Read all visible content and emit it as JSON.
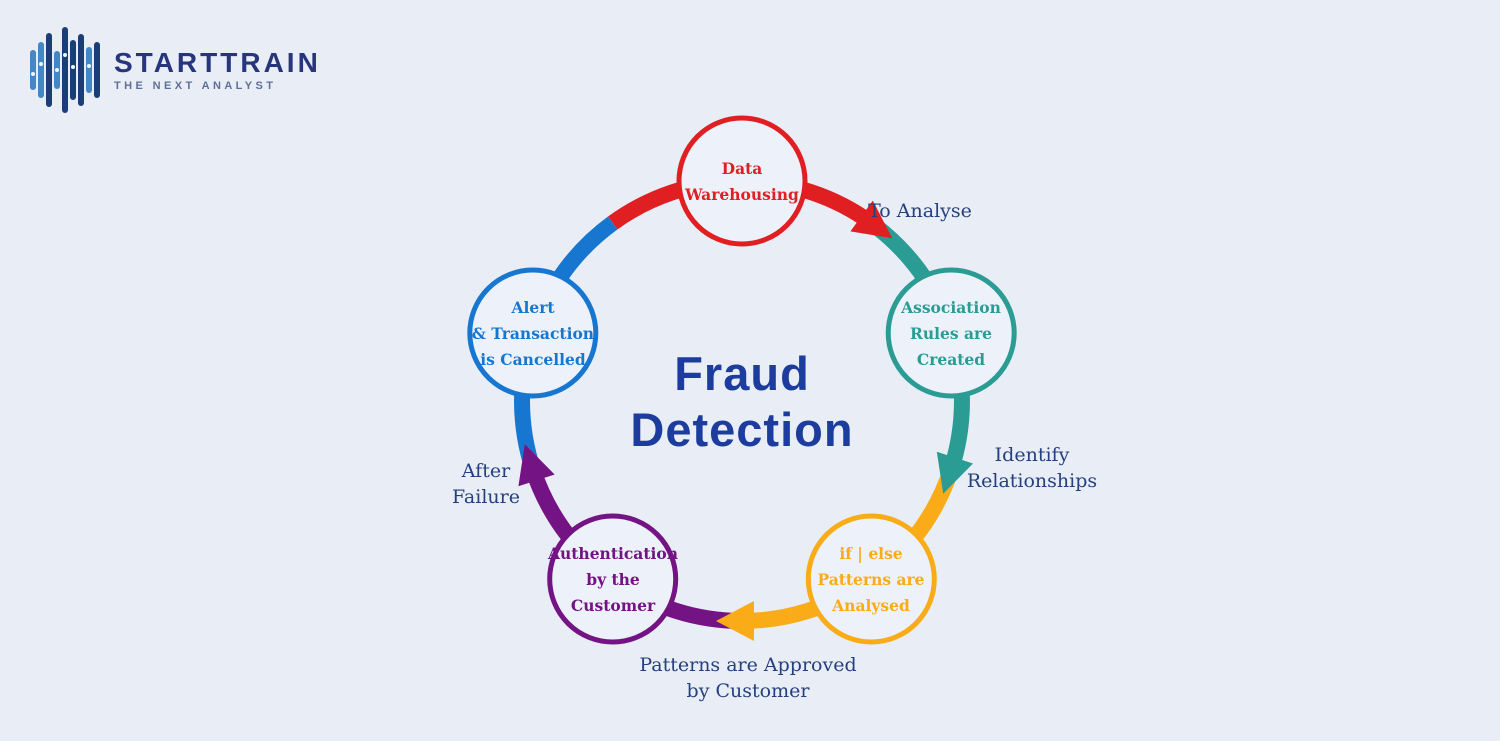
{
  "logo": {
    "brand": "STARTTRAIN",
    "tagline": "THE NEXT ANALYST"
  },
  "title": {
    "lines": [
      "Fraud",
      "Detection"
    ]
  },
  "theme": {
    "background": "#e9edf6",
    "circle_fill": "#edf1f9",
    "connector_label_color": "#24407e",
    "title_color": "#1c3c9e",
    "logo_brand_color": "#27357d",
    "logo_tagline_color": "#5f6f96",
    "logo_bar_light": "#4486c6",
    "logo_bar_dark": "#1c3e78"
  },
  "nodes": [
    {
      "id": "data-warehousing",
      "color": "#e01f23",
      "lines": [
        "Data",
        "Warehousing"
      ]
    },
    {
      "id": "association-rules",
      "color": "#2a9c94",
      "lines": [
        "Association",
        "Rules are",
        "Created"
      ]
    },
    {
      "id": "if-else-patterns",
      "color": "#f9ac17",
      "lines": [
        "if | else",
        "Patterns are",
        "Analysed"
      ]
    },
    {
      "id": "authentication",
      "color": "#731384",
      "lines": [
        "Authentication",
        "by the",
        "Customer"
      ]
    },
    {
      "id": "alert-transaction",
      "color": "#1777d0",
      "lines": [
        "Alert",
        "& Transaction",
        "is Cancelled"
      ]
    }
  ],
  "connectors": [
    {
      "from": "data-warehousing",
      "to": "association-rules",
      "lines": [
        "To Analyse"
      ]
    },
    {
      "from": "association-rules",
      "to": "if-else-patterns",
      "lines": [
        "Identify",
        "Relationships"
      ]
    },
    {
      "from": "if-else-patterns",
      "to": "authentication",
      "lines": [
        "Patterns are Approved",
        "by Customer"
      ]
    },
    {
      "from": "authentication",
      "to": "alert-transaction",
      "lines": [
        "After",
        "Failure"
      ]
    }
  ]
}
